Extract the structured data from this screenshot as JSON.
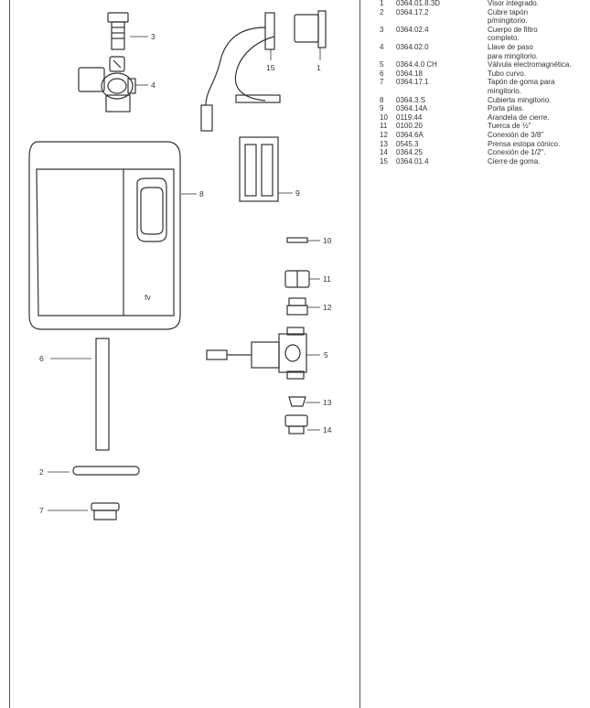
{
  "callouts": [
    "1",
    "2",
    "3",
    "4",
    "5",
    "6",
    "7",
    "8",
    "9",
    "10",
    "11",
    "12",
    "13",
    "14",
    "15"
  ],
  "logo_text": "fv",
  "parts": [
    {
      "num": "1",
      "code": "0364.01.8.3D",
      "desc": [
        "Visor integrado."
      ]
    },
    {
      "num": "2",
      "code": "0364.17.2",
      "desc": [
        "Cubre tapón",
        "p/mingitorio."
      ]
    },
    {
      "num": "3",
      "code": "0364.02.4",
      "desc": [
        "Cuerpo de filtro",
        "completo."
      ]
    },
    {
      "num": "4",
      "code": "0364.02.0",
      "desc": [
        "Llave de paso",
        "para mingitorio."
      ]
    },
    {
      "num": "5",
      "code": "0364.4.0 CH",
      "desc": [
        "Válvula electromagnética."
      ]
    },
    {
      "num": "6",
      "code": "0364.18",
      "desc": [
        "Tubo curvo."
      ]
    },
    {
      "num": "7",
      "code": "0364.17.1",
      "desc": [
        "Tapón de goma para",
        "mingitorio."
      ]
    },
    {
      "num": "8",
      "code": "0364.3.S",
      "desc": [
        "Cubierta mingitorio."
      ]
    },
    {
      "num": "9",
      "code": "0364.14A",
      "desc": [
        "Porta pilas."
      ]
    },
    {
      "num": "10",
      "code": "0119.44",
      "desc": [
        "Arandela de cierre."
      ]
    },
    {
      "num": "11",
      "code": "0100.20",
      "desc": [
        "Tuerca de ½\""
      ]
    },
    {
      "num": "12",
      "code": "0364.6A",
      "desc": [
        "Conexión de 3/8\""
      ]
    },
    {
      "num": "13",
      "code": "0545.3",
      "desc": [
        "Prensa estopa cónico."
      ]
    },
    {
      "num": "14",
      "code": "0364.25",
      "desc": [
        "Conexión de 1/2\"."
      ]
    },
    {
      "num": "15",
      "code": "0364.01.4",
      "desc": [
        "Cierre de goma."
      ]
    }
  ]
}
